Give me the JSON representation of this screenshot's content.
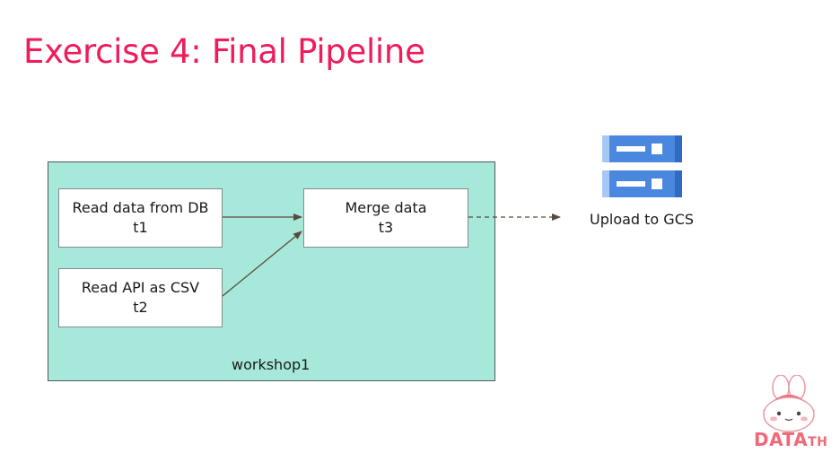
{
  "slide": {
    "title": "Exercise 4: Final Pipeline"
  },
  "dag": {
    "group_label": "workshop1",
    "tasks": [
      {
        "id": "t1",
        "label": "Read data from DB",
        "task_id": "t1"
      },
      {
        "id": "t2",
        "label": "Read API as CSV",
        "task_id": "t2"
      },
      {
        "id": "t3",
        "label": "Merge data",
        "task_id": "t3"
      }
    ],
    "edges": [
      {
        "from": "t1",
        "to": "t3",
        "style": "solid"
      },
      {
        "from": "t2",
        "to": "t3",
        "style": "solid"
      },
      {
        "from": "t3",
        "to": "gcs",
        "style": "dashed"
      }
    ]
  },
  "destination": {
    "label": "Upload to GCS",
    "icon": "cloud-storage-icon"
  },
  "logo": {
    "text_main": "DATA",
    "text_small": "TH",
    "icon": "bunny-mascot-icon"
  },
  "colors": {
    "title": "#ee1c5b",
    "group_fill": "#a6e8d9",
    "edge": "#5a4a3a",
    "storage_blue": "#4a88e0",
    "logo_pink": "#ef6a78"
  }
}
